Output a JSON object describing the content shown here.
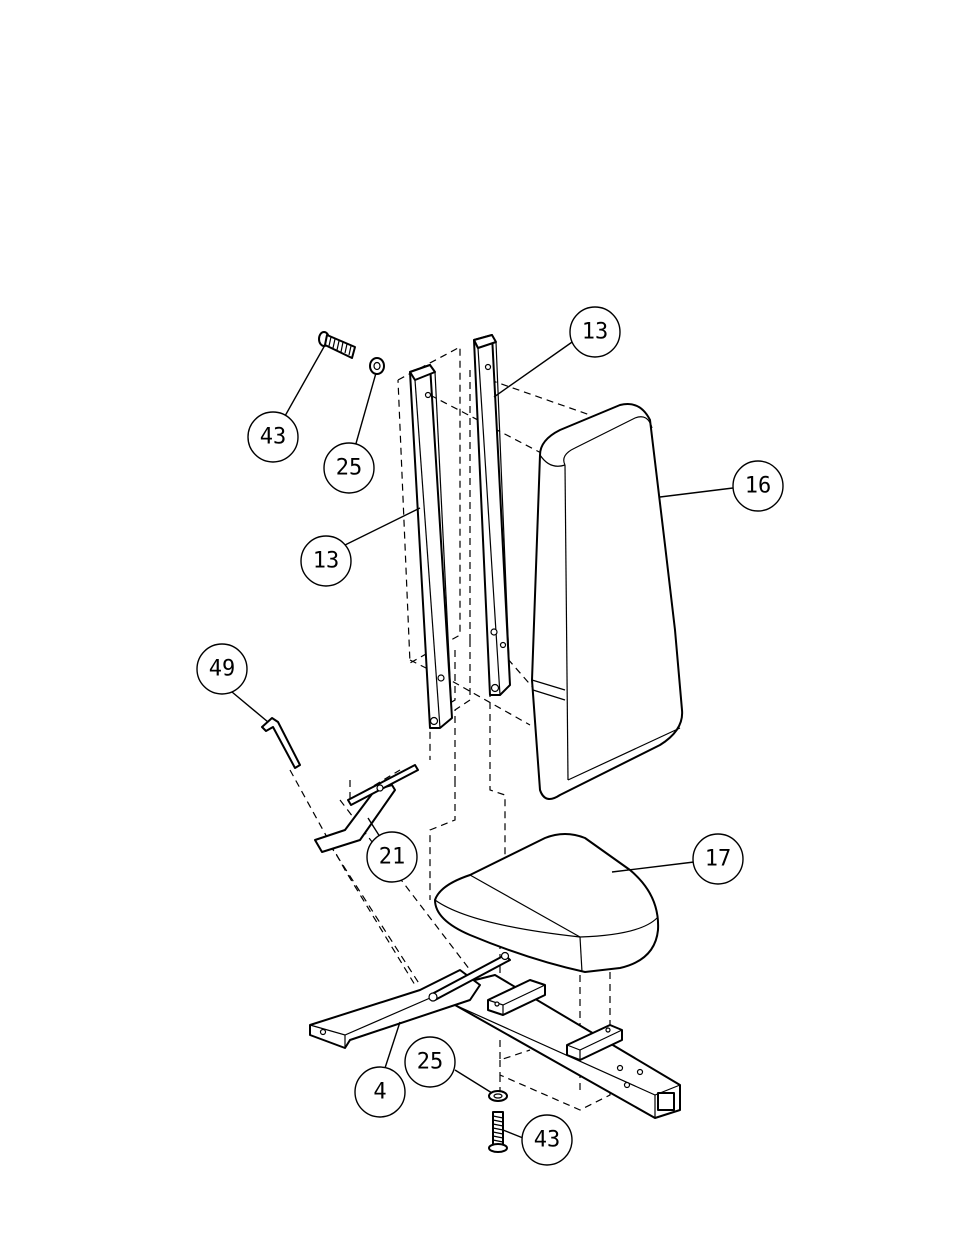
{
  "callouts": {
    "c43_top": "43",
    "c25_top": "25",
    "c13_left": "13",
    "c13_right": "13",
    "c16": "16",
    "c49": "49",
    "c21": "21",
    "c17": "17",
    "c4": "4",
    "c25_bottom": "25",
    "c43_bottom": "43"
  }
}
